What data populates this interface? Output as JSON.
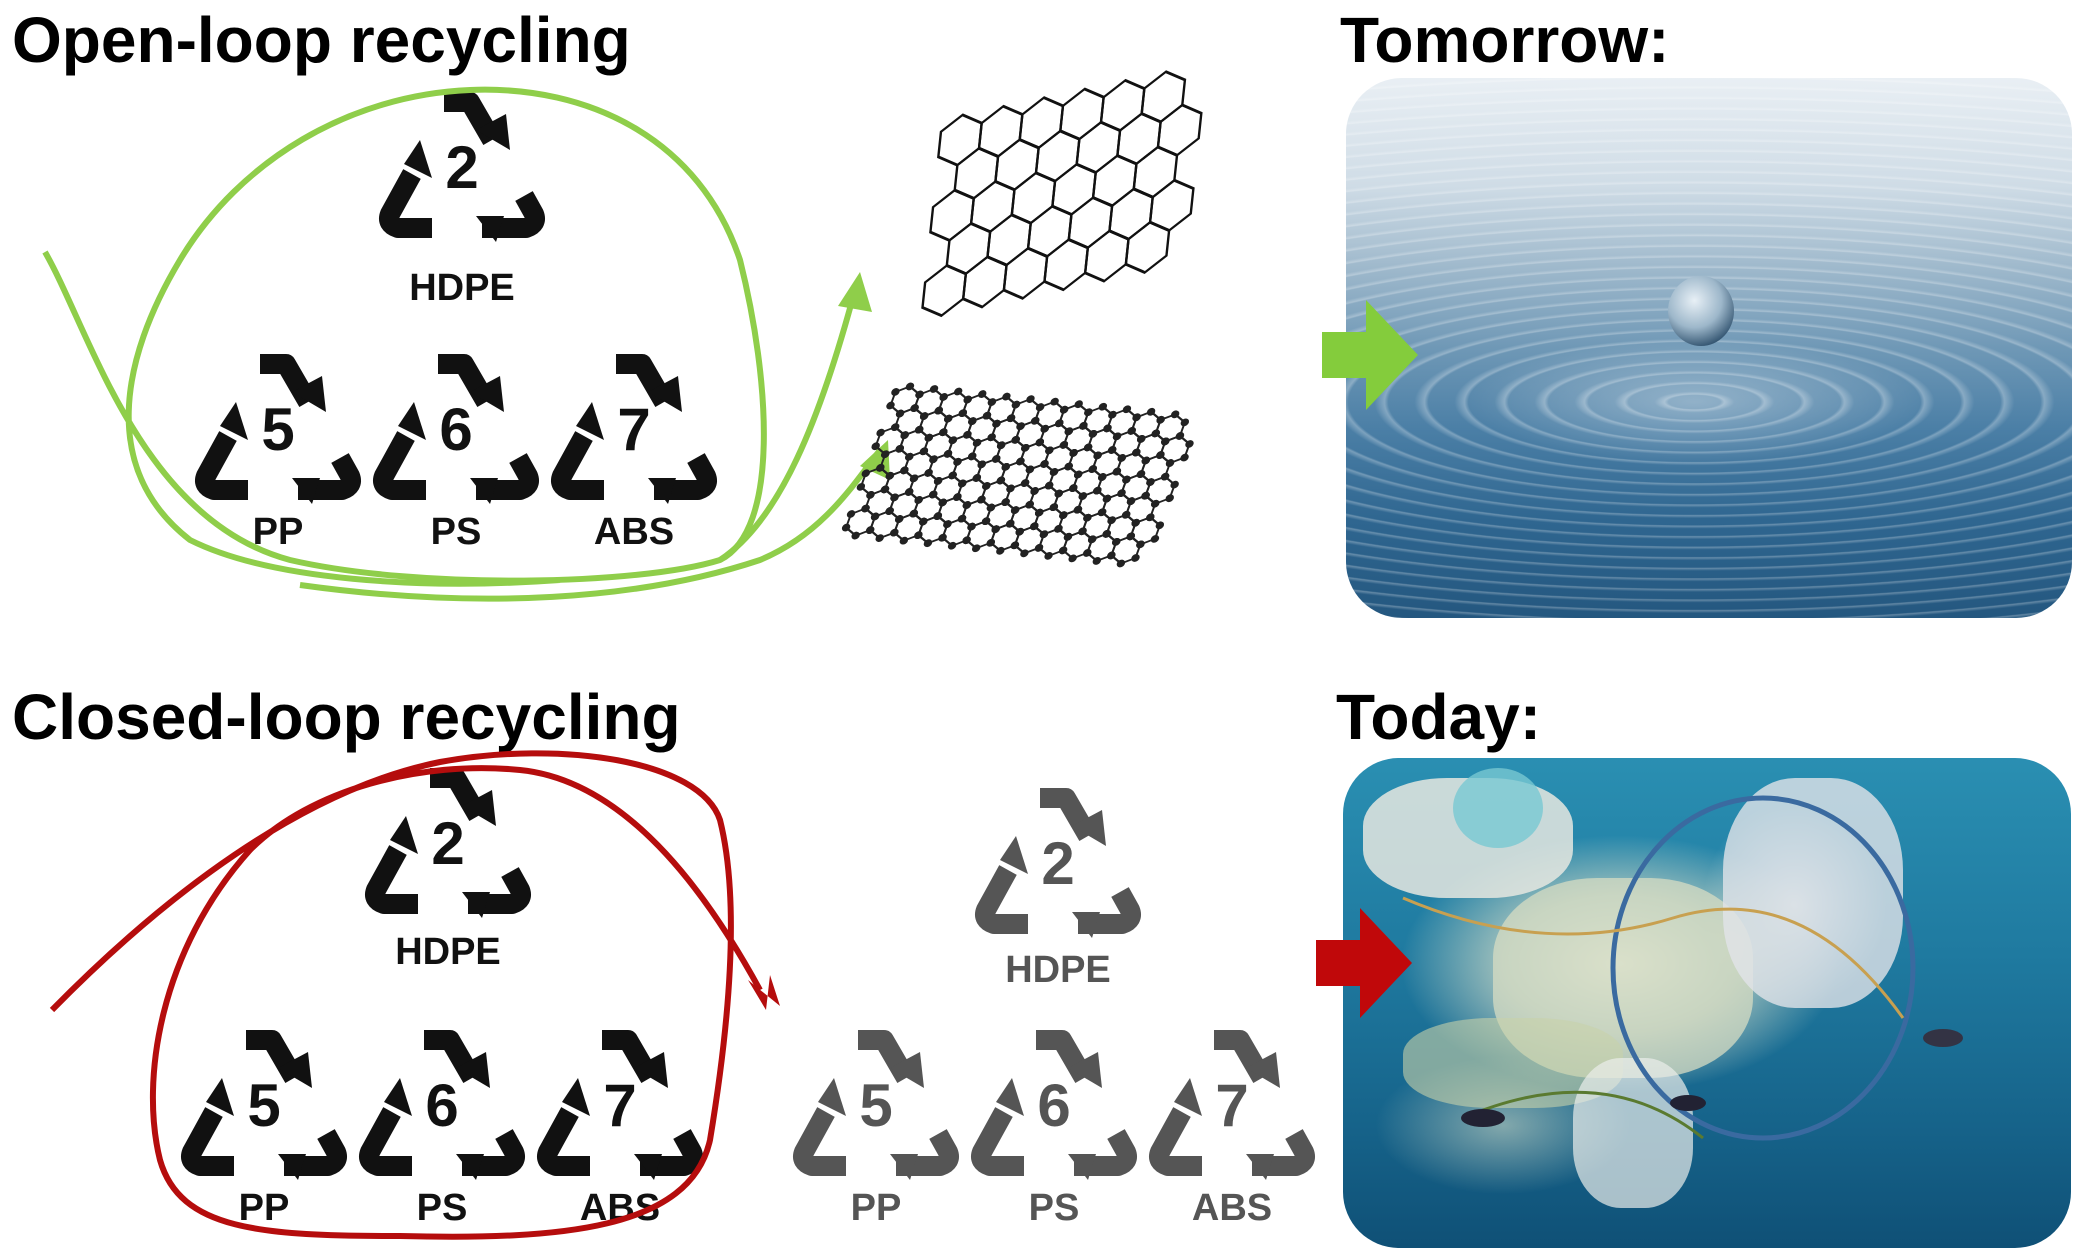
{
  "headings": {
    "open_loop": "Open-loop recycling",
    "closed_loop": "Closed-loop recycling",
    "tomorrow": "Tomorrow:",
    "today": "Today:"
  },
  "open_loop": {
    "symbols": [
      {
        "number": "2",
        "label": "HDPE"
      },
      {
        "number": "5",
        "label": "PP"
      },
      {
        "number": "6",
        "label": "PS"
      },
      {
        "number": "7",
        "label": "ABS"
      }
    ],
    "loop_color": "#8fce4a",
    "products": [
      "carbon-nanotube-icon",
      "graphene-sheet-icon"
    ]
  },
  "closed_loop": {
    "symbols": [
      {
        "number": "2",
        "label": "HDPE"
      },
      {
        "number": "5",
        "label": "PP"
      },
      {
        "number": "6",
        "label": "PS"
      },
      {
        "number": "7",
        "label": "ABS"
      }
    ],
    "output_symbols": [
      {
        "number": "2",
        "label": "HDPE"
      },
      {
        "number": "5",
        "label": "PP"
      },
      {
        "number": "6",
        "label": "PS"
      },
      {
        "number": "7",
        "label": "ABS"
      }
    ],
    "loop_color": "#b50d0d"
  },
  "colors": {
    "symbol_black": "#111111",
    "symbol_gray": "#555555",
    "green_arrow": "#84cc3c",
    "red_arrow": "#c0080a"
  },
  "images": {
    "tomorrow": "clean-water-drop-image",
    "today": "ocean-plastic-debris-image"
  }
}
